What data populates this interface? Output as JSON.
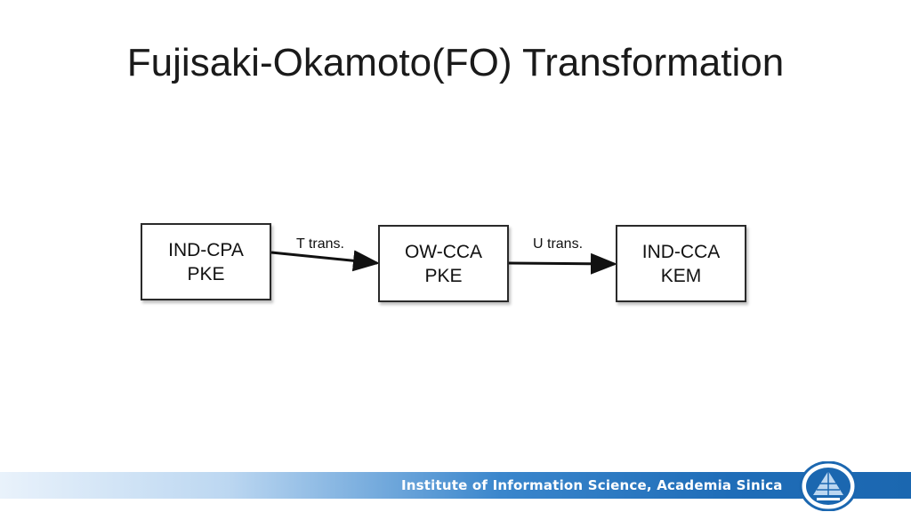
{
  "slide": {
    "title": "Fujisaki-Okamoto(FO) Transformation"
  },
  "diagram": {
    "nodes": [
      {
        "id": "ind_cpa_pke",
        "line1": "IND-CPA",
        "line2": "PKE"
      },
      {
        "id": "ow_cca_pke",
        "line1": "OW-CCA",
        "line2": "PKE"
      },
      {
        "id": "ind_cca_kem",
        "line1": "IND-CCA",
        "line2": "KEM"
      }
    ],
    "edges": [
      {
        "from": "ind_cpa_pke",
        "to": "ow_cca_pke",
        "label": "T trans."
      },
      {
        "from": "ow_cca_pke",
        "to": "ind_cca_kem",
        "label": "U trans."
      }
    ]
  },
  "footer": {
    "institution": "Institute of Information Science, Academia Sinica",
    "logo_icon": "academia-sinica-logo",
    "colors": {
      "bar_dark": "#1b67b0",
      "bar_light": "#e9f2fb"
    }
  }
}
